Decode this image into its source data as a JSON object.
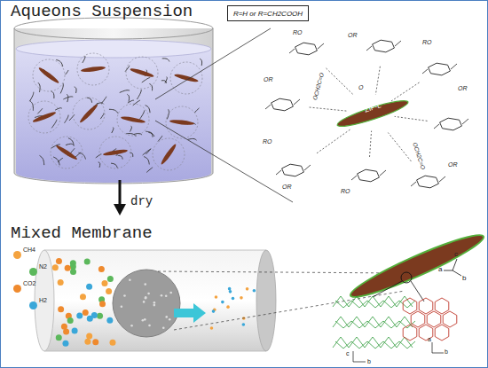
{
  "diagram": {
    "title": "Aqueons Suspension",
    "nodes": [
      {
        "text": [
          "R=H or R=CH2COOH"
        ]
      }
    ],
    "labels": [
      "dry",
      "Mixed Membrane",
      "ZIF-L",
      "RO",
      "OR",
      "RO",
      "OR",
      "OCH2C=O",
      "O",
      "OR",
      "RO",
      "OR",
      "RO",
      "OCH2C=O",
      "OR",
      "c",
      "a",
      "b",
      "a",
      "b",
      "c",
      "b"
    ],
    "legend": [
      {
        "text": "CH4",
        "color": "#f4a340"
      },
      {
        "text": "N2",
        "color": "#5cb85c"
      },
      {
        "text": "CO2",
        "color": "#ef8a2e"
      },
      {
        "text": "H2",
        "color": "#3aa7d9"
      }
    ]
  }
}
